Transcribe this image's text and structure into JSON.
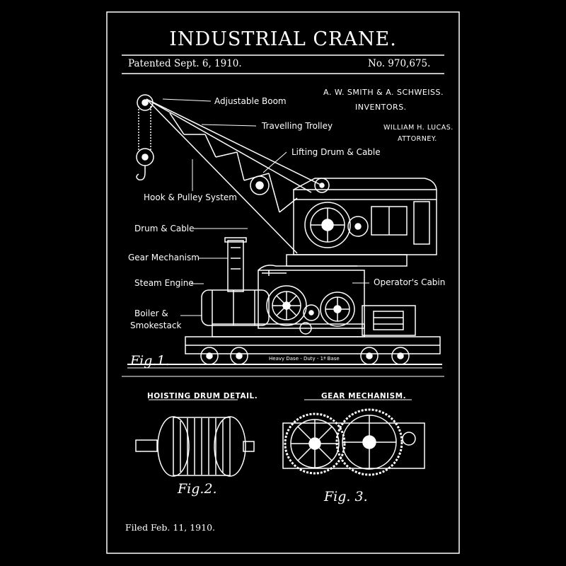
{
  "title": "INDUSTRIAL CRANE.",
  "patent_date": "Patented Sept. 6, 1910.",
  "patent_number": "No. 970,675.",
  "inventors": "A. W. SMITH & A. SCHWEISS.",
  "inventors_caption": "INVENTORS.",
  "attorney_name": "WILLIAM H. LUCAS.",
  "attorney_caption": "ATTORNEY.",
  "labels": {
    "adjustable_boom": "Adjustable Boom",
    "travelling_trolley": "Travelling Trolley",
    "lifting_drum": "Lifting Drum & Cable",
    "hook_pulley": "Hook & Pulley System",
    "drum_cable": "Drum & Cable",
    "gear_mechanism": "Gear Mechanism",
    "steam_engine": "Steam Engine",
    "boiler_line1": "Boiler &",
    "boiler_line2": "Smokestack",
    "operators_cabin": "Operator's Cabin"
  },
  "base_caption": "Heavy Dase - Duty - 1ª Base",
  "fig1": "Fig.1.",
  "fig2": "Fig.2.",
  "fig3": "Fig. 3.",
  "hoisting_title": "HOISTING DRUM DETAIL.",
  "gear_title": "GEAR MECHANISM.",
  "filed_date": "Filed Feb. 11, 1910.",
  "colors": {
    "background": "#000000",
    "ink": "#ffffff"
  }
}
